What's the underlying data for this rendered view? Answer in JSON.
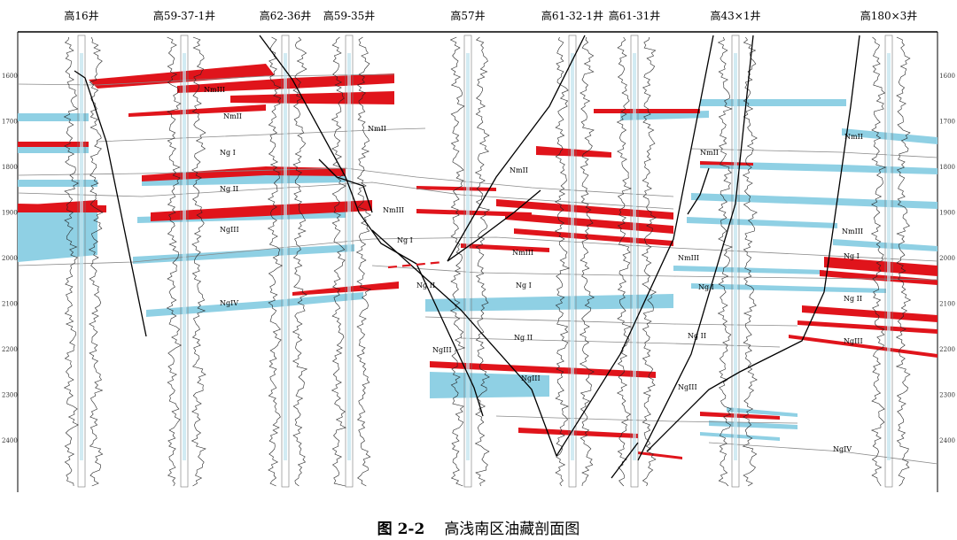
{
  "wells": [
    "高16井",
    "高59-37-1井",
    "高62-36井",
    "高59-35井",
    "高57井",
    "高61-32-1井",
    "高61-31井",
    "高43×1井",
    "高180×3井"
  ],
  "depth_ticks_left": [
    "1600",
    "1700",
    "1800",
    "1900",
    "2000",
    "2100",
    "2200",
    "2300",
    "2400"
  ],
  "depth_ticks_right": [
    "1600",
    "1700",
    "1800",
    "1900",
    "2000",
    "2100",
    "2200",
    "2300",
    "2400"
  ],
  "zone_labels": {
    "nm3": "NmIII",
    "nm2": "NmII",
    "ng1": "Ng I",
    "ng2": "Ng II",
    "ng3": "NgIII",
    "ng4": "NgIV"
  },
  "legend_colors": {
    "oil": "#e0141b",
    "water": "#8fd0e4",
    "fault": "#000000",
    "gray_line": "#8a8a8a"
  },
  "caption": {
    "figure_number": "图 2-2",
    "title": "高浅南区油藏剖面图"
  }
}
